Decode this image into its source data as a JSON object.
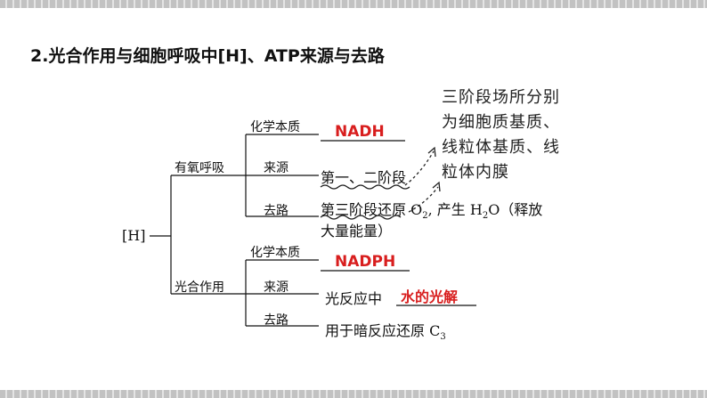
{
  "title": "2.光合作用与细胞呼吸中[H]、ATP来源与去路",
  "root_label": "[H]",
  "aerobic": {
    "label": "有氧呼吸",
    "chem_label": "化学本质",
    "chem_answer": "NADH",
    "source_label": "来源",
    "source_value": "第一、二阶段",
    "sink_label": "去路",
    "sink_value_a": "第三阶段还原 O",
    "o2_sub": "2",
    "sink_value_b": ", 产生 H",
    "h2o_sub": "2",
    "sink_value_c": "O（释放",
    "sink_value_line2": "大量能量）"
  },
  "photo": {
    "label": "光合作用",
    "chem_label": "化学本质",
    "chem_answer": "NADPH",
    "source_label": "来源",
    "source_prefix": "光反应中",
    "source_answer": "水的光解",
    "sink_label": "去路",
    "sink_value": "用于暗反应还原 C",
    "c3_sub": "3"
  },
  "annotation": {
    "line1": "三阶段场所分别",
    "line2": "为细胞质基质、",
    "line3": "线粒体基质、线",
    "line4": "粒体内膜"
  },
  "colors": {
    "answer": "#d81e1e",
    "ink": "#111111"
  }
}
